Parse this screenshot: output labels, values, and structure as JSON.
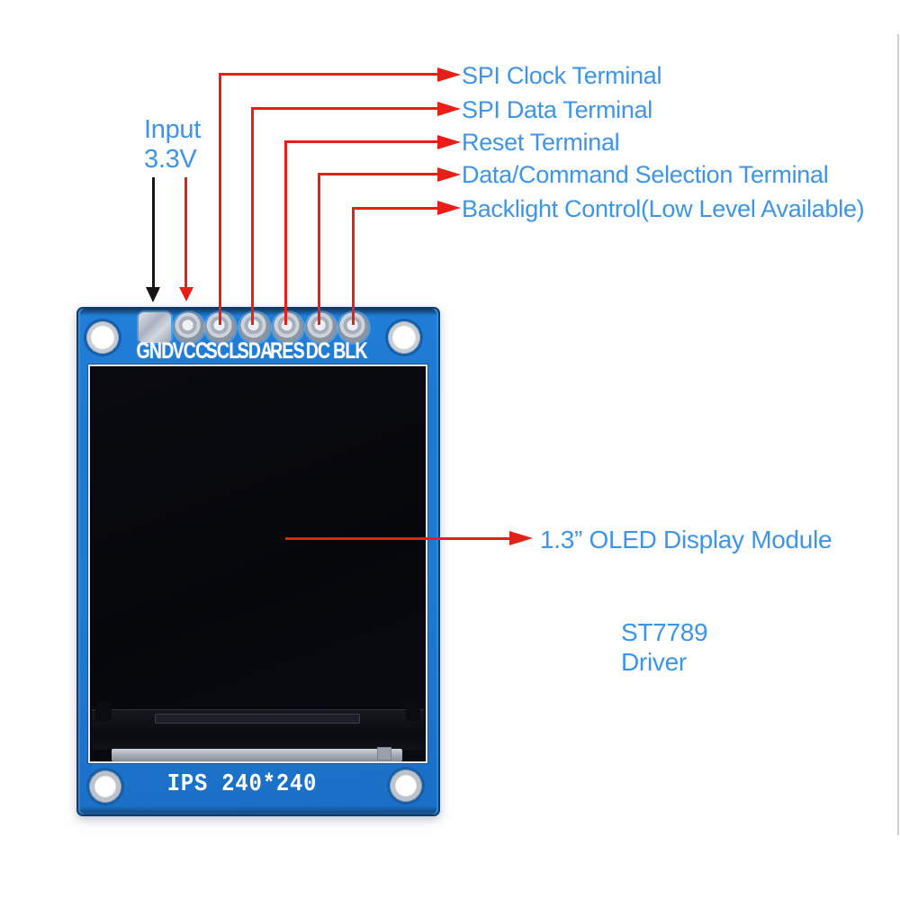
{
  "figure": {
    "type": "annotated-product-diagram",
    "subject": "1.3 inch IPS LCD display module pinout"
  },
  "colors": {
    "label_blue": "#3d95e8",
    "arrow_red": "#e81f18",
    "arrow_black": "#151515",
    "pcb_blue": "#1e78d0",
    "pcb_edge_dark": "#0e3d72",
    "screen_black": "#07080c",
    "silkscreen_white": "#ffffff",
    "pad_silver": "#b9c1cc",
    "edge_line_gray": "#cdd0d4"
  },
  "power_callout": {
    "line1": "Input",
    "line2": "3.3V"
  },
  "pin_callouts": [
    {
      "pin": "SCL",
      "label": "SPI Clock Terminal"
    },
    {
      "pin": "SDA",
      "label": "SPI Data Terminal"
    },
    {
      "pin": "RES",
      "label": "Reset Terminal"
    },
    {
      "pin": "DC",
      "label": "Data/Command Selection Terminal"
    },
    {
      "pin": "BLK",
      "label": "Backlight Control(Low Level Available)"
    }
  ],
  "display_callout": {
    "label": "1.3”  OLED Display Module"
  },
  "driver_callout": {
    "line1": "ST7789",
    "line2": "Driver"
  },
  "board": {
    "pin_labels": [
      "GND",
      "VCC",
      "SCL",
      "SDA",
      "RES",
      "DC",
      "BLK"
    ],
    "bottom_silkscreen": "IPS 240*240"
  }
}
